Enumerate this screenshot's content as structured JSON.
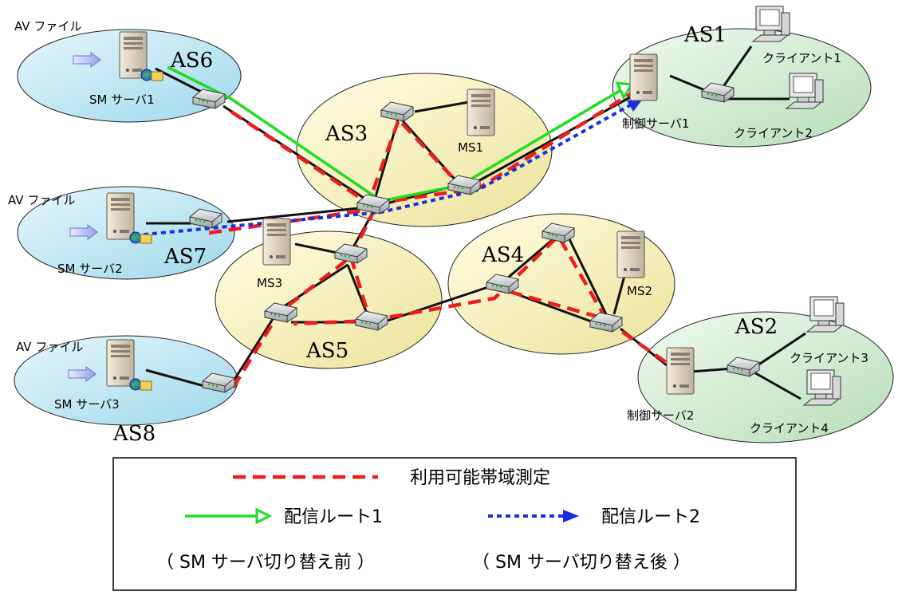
{
  "colors": {
    "as_blue": "#bfe7f3",
    "as_yellow": "#f6f2b8",
    "as_green": "#cfead0",
    "measure_red": "#ee1c1c",
    "route1_green": "#1fdd1f",
    "route2_blue": "#1a2fe0",
    "link_black": "#111111"
  },
  "as_labels": {
    "as1": "AS1",
    "as2": "AS2",
    "as3": "AS3",
    "as4": "AS4",
    "as5": "AS5",
    "as6": "AS6",
    "as7": "AS7",
    "as8": "AS8"
  },
  "nodes": {
    "av_file_1": "AV ファイル",
    "av_file_2": "AV ファイル",
    "av_file_3": "AV ファイル",
    "sm_server_1": "SM サーバ1",
    "sm_server_2": "SM サーバ2",
    "sm_server_3": "SM サーバ3",
    "ms1": "MS1",
    "ms2": "MS2",
    "ms3": "MS3",
    "control_server_1": "制御サーバ1",
    "control_server_2": "制御サーバ2",
    "client_1": "クライアント1",
    "client_2": "クライアント2",
    "client_3": "クライアント3",
    "client_4": "クライアント4"
  },
  "legend": {
    "measurement": "利用可能帯域測定",
    "route1": "配信ルート1",
    "route2": "配信ルート2",
    "before_switch": "（ SM サーバ切り替え前 ）",
    "after_switch": "（ SM サーバ切り替え後 ）"
  }
}
